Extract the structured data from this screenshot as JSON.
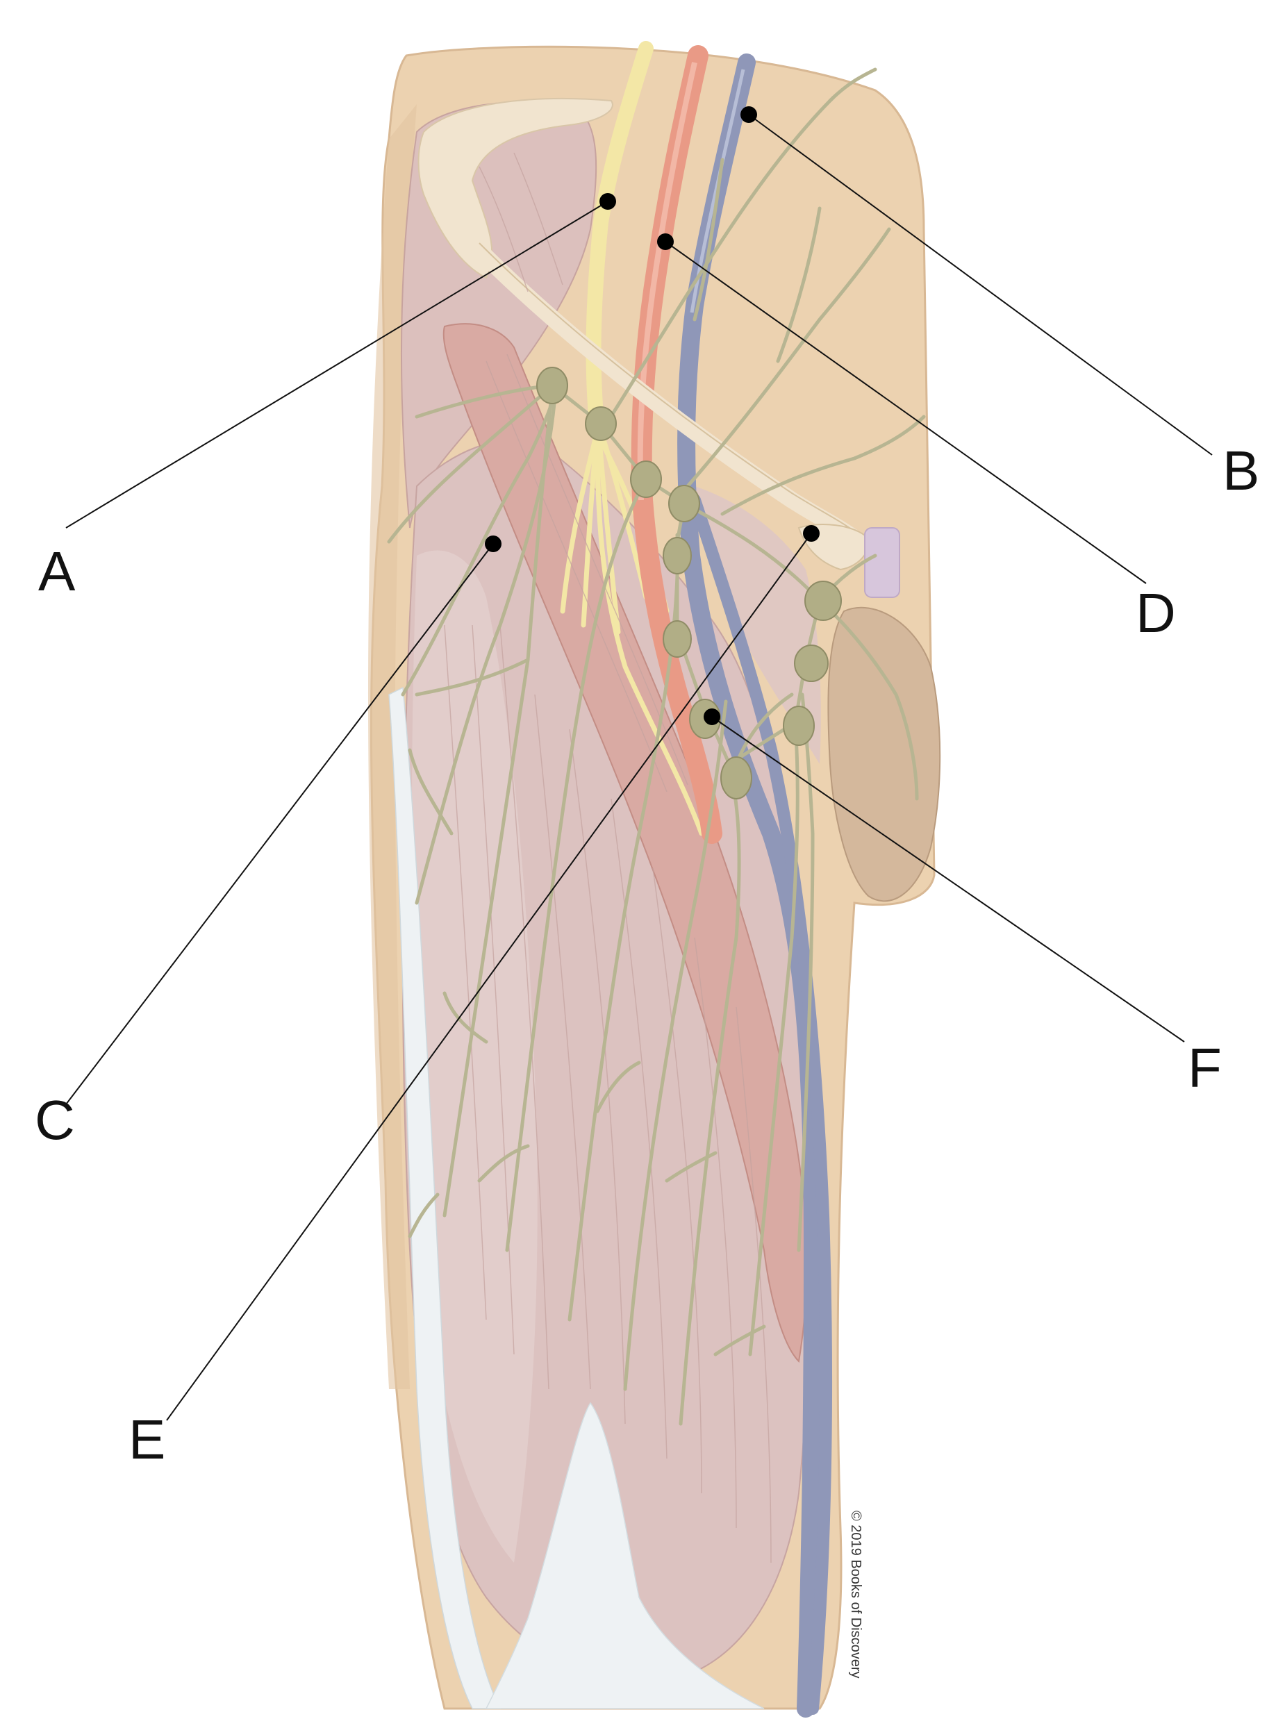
{
  "labels": {
    "A": "A",
    "B": "B",
    "C": "C",
    "D": "D",
    "E": "E",
    "F": "F"
  },
  "copyright": "© 2019 Books of Discovery",
  "colors": {
    "skin": "#ecd2b0",
    "skin_shadow": "#dcb993",
    "muscle": "#dcc2c0",
    "muscle_dark": "#c9a3a1",
    "sartorius": "#d9aaa3",
    "fascia": "#eef2f4",
    "ligament": "#f1e4cf",
    "nerve": "#f3e7a6",
    "artery": "#e99a86",
    "vein": "#8f97b8",
    "lymph": "#b7b592",
    "lymph_node": "#b1ae86",
    "pubic_pad": "#d7c6dc",
    "leader": "#111111",
    "dot": "#000000"
  }
}
